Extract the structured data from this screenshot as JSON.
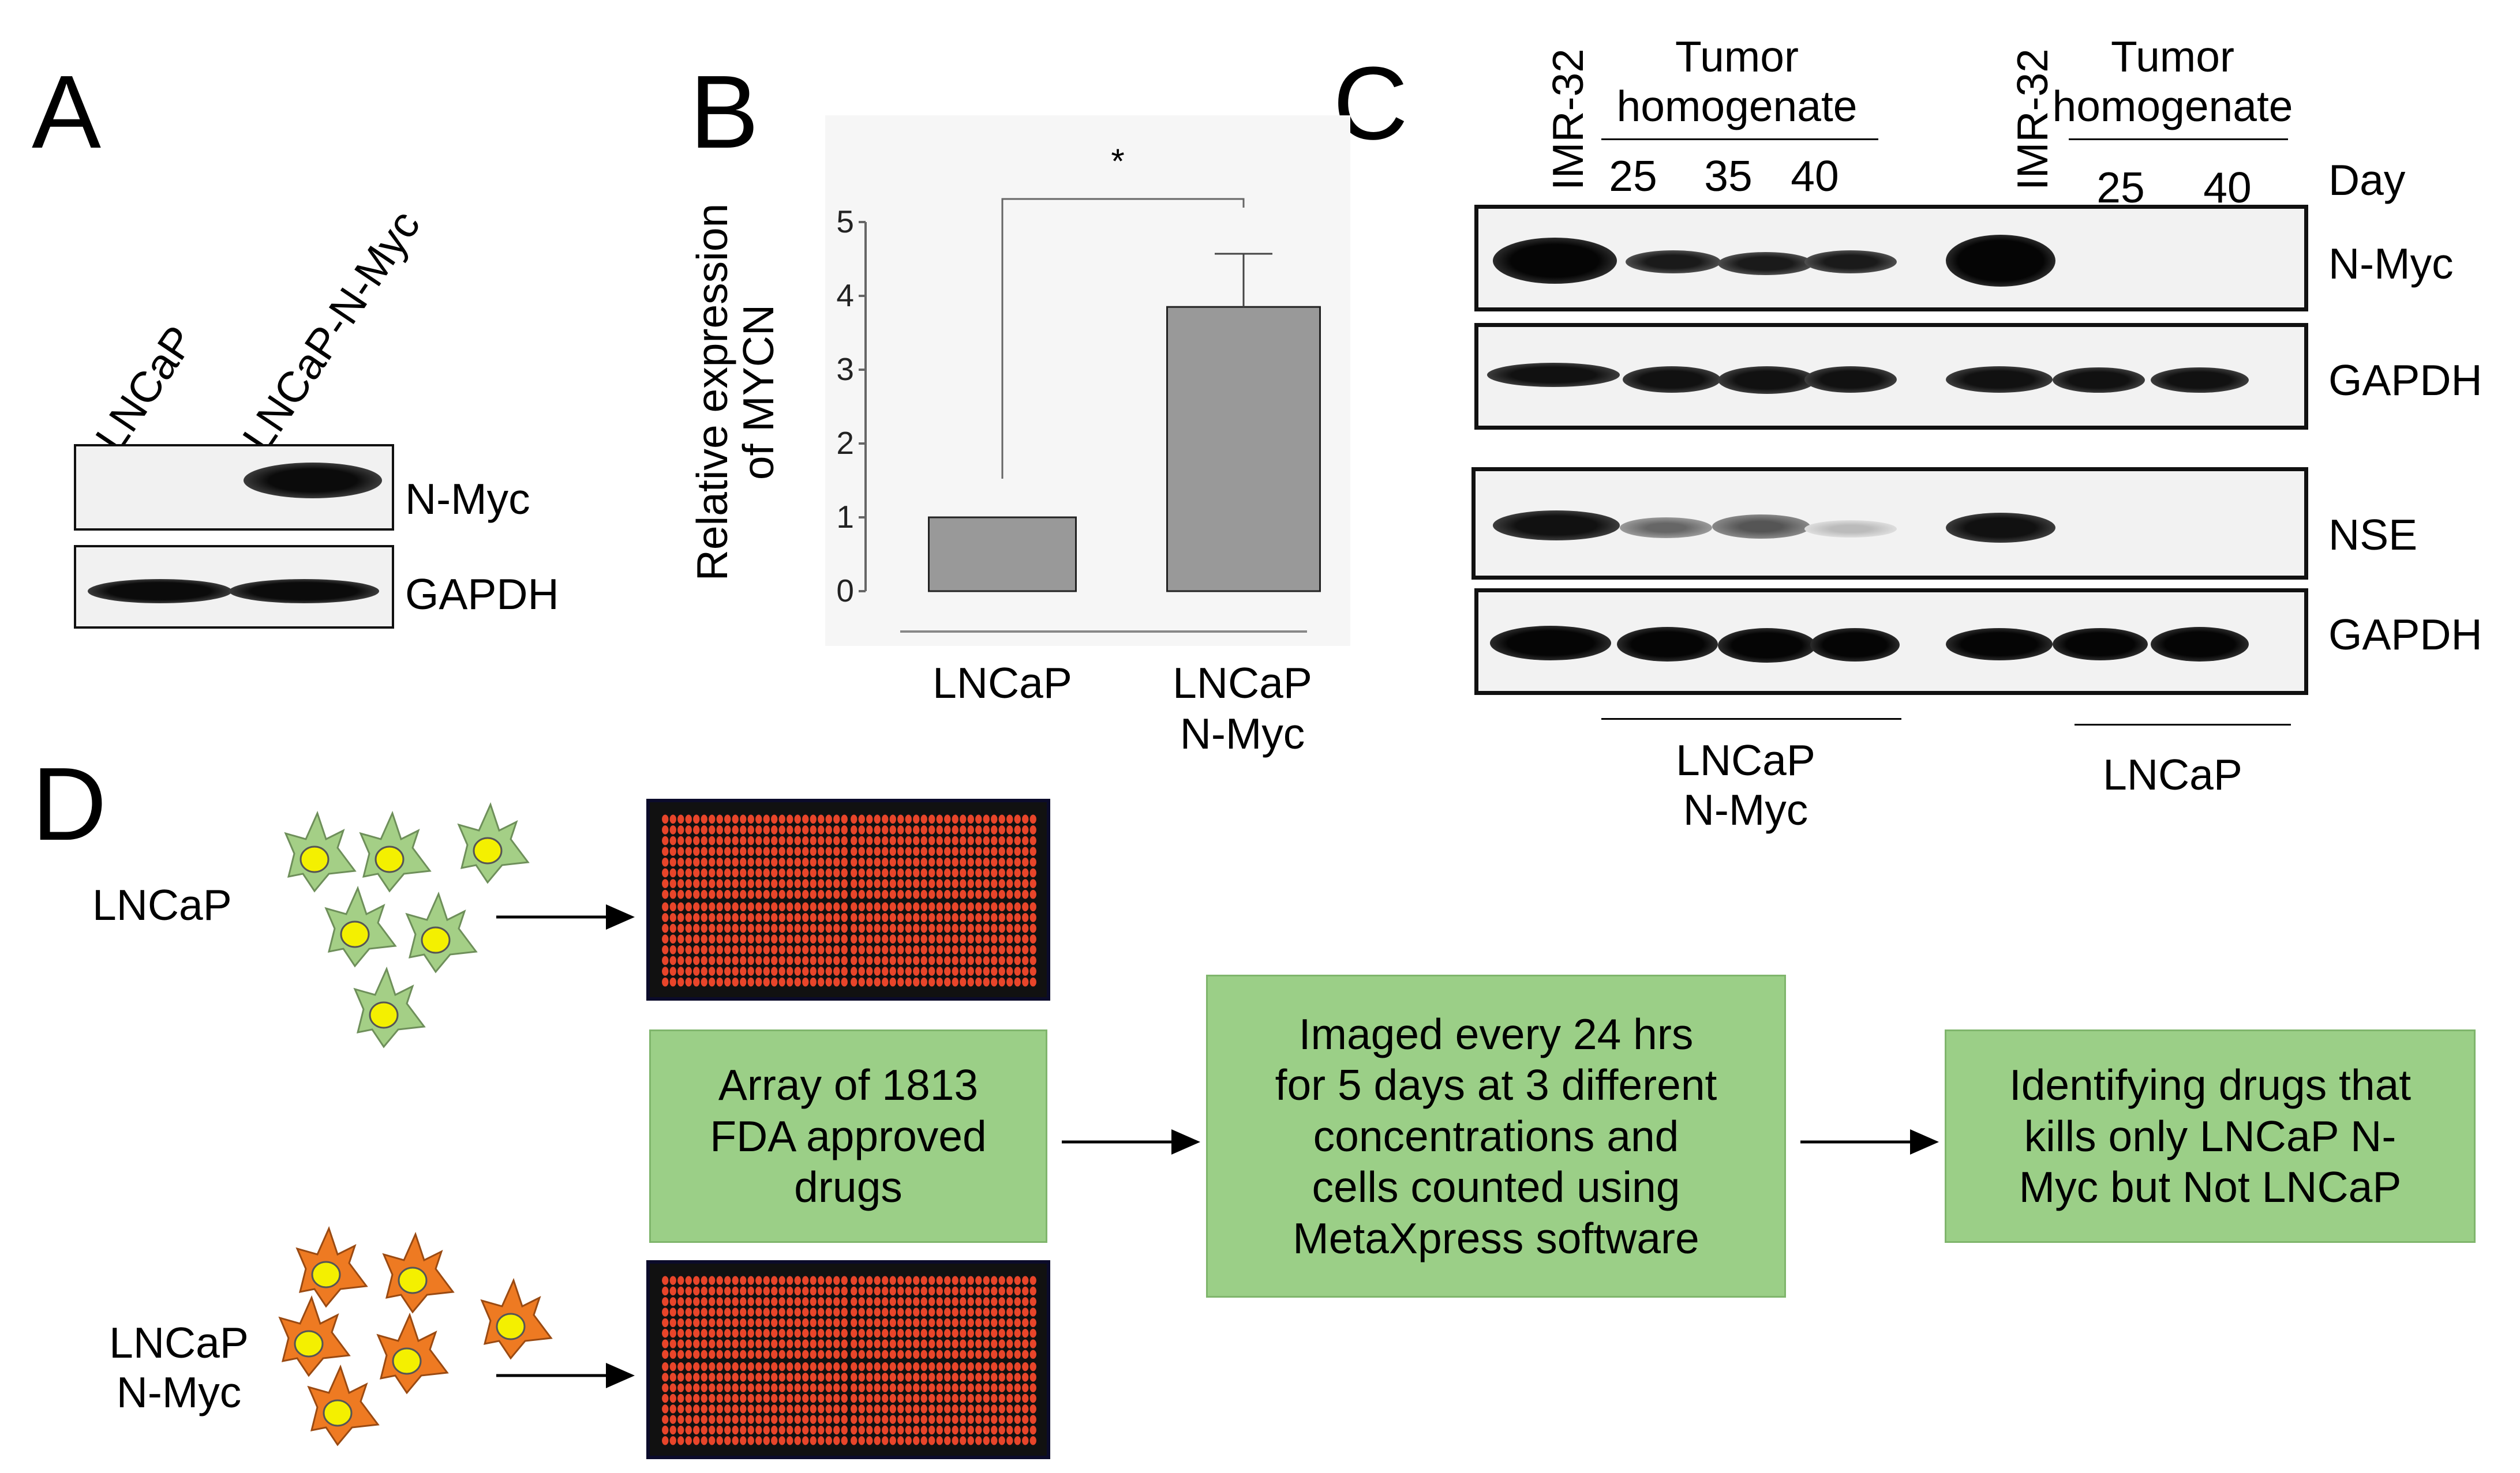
{
  "panel_letters": {
    "a": "A",
    "b": "B",
    "c": "C",
    "d": "D"
  },
  "panel_a": {
    "lanes": [
      "LNCaP",
      "LNCaP-N-Myc"
    ],
    "rows": [
      "N-Myc",
      "GAPDH"
    ]
  },
  "chart_data": {
    "type": "bar",
    "categories": [
      "LNCaP",
      "LNCaP\nN-Myc"
    ],
    "values": [
      1.0,
      3.85
    ],
    "errors": [
      0,
      0.72
    ],
    "ylabel": "Relative expression\nof MYCN",
    "ylim": [
      0,
      5
    ],
    "yticks": [
      "0",
      "1",
      "2",
      "3",
      "4",
      "5"
    ],
    "significance": "*",
    "bar_color": "#999999"
  },
  "panel_c": {
    "group_lanes": [
      "IMR-32",
      "IMR-32"
    ],
    "homogenate_headers": [
      "Tumor\nhomogenate",
      "Tumor\nhomogenate"
    ],
    "days_group1": [
      "25",
      "35",
      "40"
    ],
    "days_group2": [
      "25",
      "40"
    ],
    "day_label": "Day",
    "rows": [
      "N-Myc",
      "GAPDH",
      "NSE",
      "GAPDH"
    ],
    "bottom_groups": [
      "LNCaP\nN-Myc",
      "LNCaP"
    ]
  },
  "panel_d": {
    "cell_labels": [
      "LNCaP",
      "LNCaP\nN-Myc"
    ],
    "box1": "Array of 1813\nFDA approved\ndrugs",
    "box2": "Imaged every 24 hrs\nfor 5 days at 3 different\nconcentrations and\ncells counted using\nMetaXpress software",
    "box3": "Identifying drugs that\nkills only LNCaP N-\nMyc but Not LNCaP",
    "colors": {
      "box_fill": "#9bcf87",
      "cell_green": "#a4cf86",
      "cell_orange": "#ee7a22",
      "nucleus": "#f4f000",
      "well": "#e8452a"
    }
  }
}
